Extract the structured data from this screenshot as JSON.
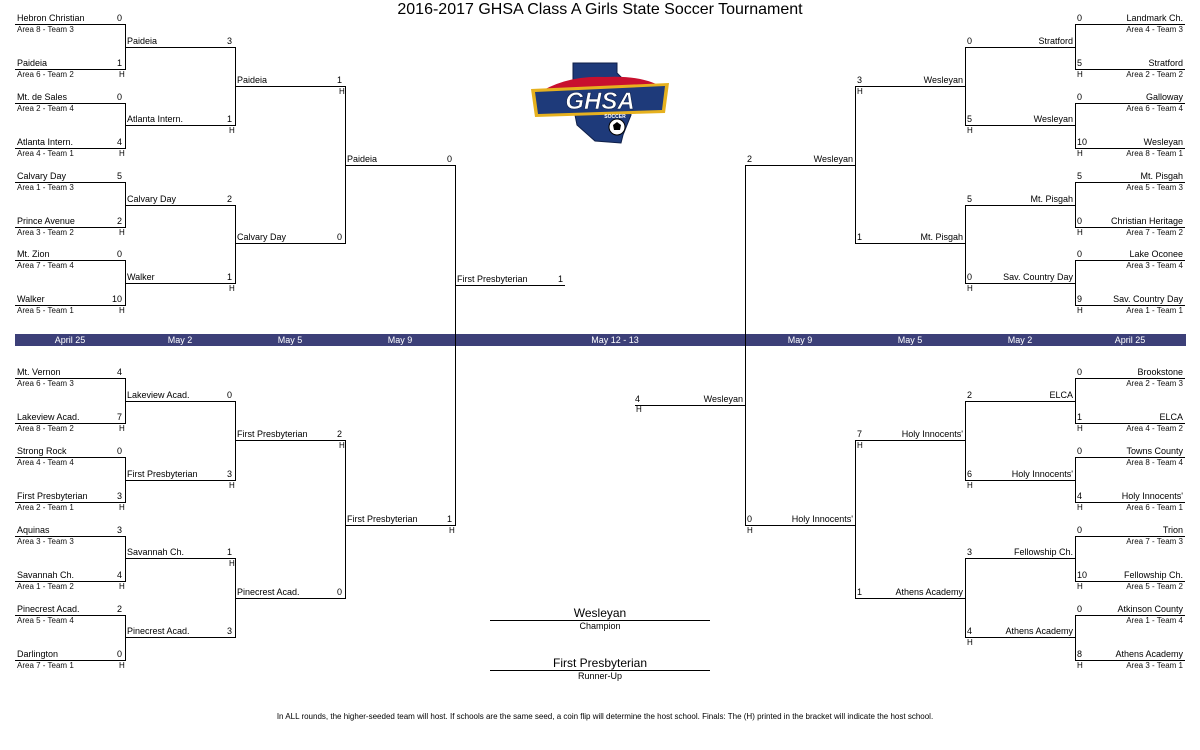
{
  "title": "2016-2017 GHSA Class A Girls State Soccer Tournament",
  "logo_text": "GHSA",
  "logo_sub": "SOCCER",
  "dates": [
    "April 25",
    "May 2",
    "May 5",
    "May 9",
    "May 12 - 13",
    "May 9",
    "May 5",
    "May 2",
    "April 25"
  ],
  "champion": {
    "name": "Wesleyan",
    "label": "Champion"
  },
  "runner_up": {
    "name": "First Presbyterian",
    "label": "Runner-Up"
  },
  "note": "In ALL rounds, the higher-seeded team will host.  If schools are the same seed, a coin flip will determine the host school.  Finals: The (H) printed in the bracket will indicate the host school.",
  "host_mark": "H",
  "bracket": {
    "left": {
      "r1": [
        {
          "team": "Hebron Christian",
          "seed": "Area 8 - Team 3",
          "score": "0"
        },
        {
          "team": "Paideia",
          "seed": "Area 6 - Team 2",
          "score": "1",
          "host": true
        },
        {
          "team": "Mt. de Sales",
          "seed": "Area 2 - Team 4",
          "score": "0"
        },
        {
          "team": "Atlanta Intern.",
          "seed": "Area 4 - Team 1",
          "score": "4",
          "host": true
        },
        {
          "team": "Calvary Day",
          "seed": "Area 1 - Team 3",
          "score": "5"
        },
        {
          "team": "Prince Avenue",
          "seed": "Area 3 - Team 2",
          "score": "2",
          "host": true
        },
        {
          "team": "Mt. Zion",
          "seed": "Area 7 - Team 4",
          "score": "0"
        },
        {
          "team": "Walker",
          "seed": "Area 5 - Team 1",
          "score": "10",
          "host": true
        },
        {
          "team": "Mt. Vernon",
          "seed": "Area 6 - Team 3",
          "score": "4"
        },
        {
          "team": "Lakeview Acad.",
          "seed": "Area 8 - Team 2",
          "score": "7",
          "host": true
        },
        {
          "team": "Strong Rock",
          "seed": "Area 4 - Team 4",
          "score": "0"
        },
        {
          "team": "First Presbyterian",
          "seed": "Area 2 - Team 1",
          "score": "3",
          "host": true
        },
        {
          "team": "Aquinas",
          "seed": "Area 3 - Team 3",
          "score": "3"
        },
        {
          "team": "Savannah Ch.",
          "seed": "Area 1 - Team 2",
          "score": "4",
          "host": true
        },
        {
          "team": "Pinecrest Acad.",
          "seed": "Area 5 - Team 4",
          "score": "2"
        },
        {
          "team": "Darlington",
          "seed": "Area 7 - Team 1",
          "score": "0",
          "host": true
        }
      ],
      "r2": [
        {
          "team": "Paideia",
          "score": "3"
        },
        {
          "team": "Atlanta Intern.",
          "score": "1",
          "host": true
        },
        {
          "team": "Calvary Day",
          "score": "2"
        },
        {
          "team": "Walker",
          "score": "1",
          "host": true
        },
        {
          "team": "Lakeview Acad.",
          "score": "0"
        },
        {
          "team": "First Presbyterian",
          "score": "3",
          "host": true
        },
        {
          "team": "Savannah Ch.",
          "score": "1",
          "host": true
        },
        {
          "team": "Pinecrest Acad.",
          "score": "3"
        }
      ],
      "r3": [
        {
          "team": "Paideia",
          "score": "1",
          "host": true
        },
        {
          "team": "Calvary Day",
          "score": "0"
        },
        {
          "team": "First Presbyterian",
          "score": "2",
          "host": true
        },
        {
          "team": "Pinecrest Acad.",
          "score": "0"
        }
      ],
      "r4": [
        {
          "team": "Paideia",
          "score": "0"
        },
        {
          "team": "First Presbyterian",
          "score": "1",
          "host": true
        }
      ],
      "final": {
        "team": "First Presbyterian",
        "score": "1"
      }
    },
    "right": {
      "r1": [
        {
          "team": "Landmark Ch.",
          "seed": "Area 4 - Team 3",
          "score": "0"
        },
        {
          "team": "Stratford",
          "seed": "Area 2 - Team 2",
          "score": "5",
          "host": true
        },
        {
          "team": "Galloway",
          "seed": "Area 6 - Team 4",
          "score": "0"
        },
        {
          "team": "Wesleyan",
          "seed": "Area 8 - Team 1",
          "score": "10",
          "host": true
        },
        {
          "team": "Mt. Pisgah",
          "seed": "Area 5 - Team 3",
          "score": "5"
        },
        {
          "team": "Christian Heritage",
          "seed": "Area 7 - Team 2",
          "score": "0",
          "host": true
        },
        {
          "team": "Lake Oconee",
          "seed": "Area 3 - Team 4",
          "score": "0"
        },
        {
          "team": "Sav. Country Day",
          "seed": "Area 1 - Team 1",
          "score": "9",
          "host": true
        },
        {
          "team": "Brookstone",
          "seed": "Area 2 - Team 3",
          "score": "0"
        },
        {
          "team": "ELCA",
          "seed": "Area 4 - Team 2",
          "score": "1",
          "host": true
        },
        {
          "team": "Towns County",
          "seed": "Area 8 - Team 4",
          "score": "0"
        },
        {
          "team": "Holy Innocents'",
          "seed": "Area 6 - Team 1",
          "score": "4",
          "host": true
        },
        {
          "team": "Trion",
          "seed": "Area 7 - Team 3",
          "score": "0"
        },
        {
          "team": "Fellowship Ch.",
          "seed": "Area 5 - Team 2",
          "score": "10",
          "host": true
        },
        {
          "team": "Atkinson County",
          "seed": "Area 1 - Team 4",
          "score": "0"
        },
        {
          "team": "Athens Academy",
          "seed": "Area 3 - Team 1",
          "score": "8",
          "host": true
        }
      ],
      "r2": [
        {
          "team": "Stratford",
          "score": "0"
        },
        {
          "team": "Wesleyan",
          "score": "5",
          "host": true
        },
        {
          "team": "Mt. Pisgah",
          "score": "5"
        },
        {
          "team": "Sav. Country Day",
          "score": "0",
          "host": true
        },
        {
          "team": "ELCA",
          "score": "2"
        },
        {
          "team": "Holy Innocents'",
          "score": "6",
          "host": true
        },
        {
          "team": "Fellowship Ch.",
          "score": "3"
        },
        {
          "team": "Athens Academy",
          "score": "4",
          "host": true
        }
      ],
      "r3": [
        {
          "team": "Wesleyan",
          "score": "3",
          "host": true
        },
        {
          "team": "Mt. Pisgah",
          "score": "1"
        },
        {
          "team": "Holy Innocents'",
          "score": "7",
          "host": true
        },
        {
          "team": "Athens Academy",
          "score": "1"
        }
      ],
      "r4": [
        {
          "team": "Wesleyan",
          "score": "2"
        },
        {
          "team": "Holy Innocents'",
          "score": "0",
          "host": true
        }
      ],
      "final": {
        "team": "Wesleyan",
        "score": "4",
        "host": true
      }
    }
  }
}
